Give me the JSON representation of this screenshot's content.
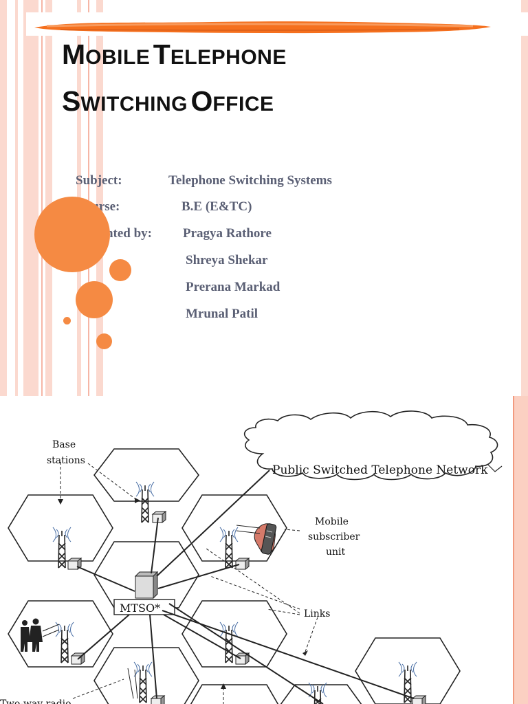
{
  "slide1": {
    "title_line1_first_cap": "M",
    "title_line1_first_rest": "OBILE",
    "title_line1_second_cap": "T",
    "title_line1_second_rest": "ELEPHONE",
    "title_line2_first_cap": "S",
    "title_line2_first_rest": "WITCHING",
    "title_line2_second_cap": "O",
    "title_line2_second_rest": "FFICE",
    "subject_label": "Subject:",
    "subject_value": "Telephone Switching Systems",
    "course_label": "Course:",
    "course_value": "B.E (E&TC)",
    "presented_label": "Presented by:",
    "presenters": [
      "Pragya Rathore",
      "Shreya Shekar",
      "Prerana Markad",
      "Mrunal  Patil"
    ],
    "colors": {
      "accent": "#f58a43",
      "stripe": "#fbd9cf",
      "text": "#5a5f74"
    }
  },
  "slide2": {
    "base_stations_line1": "Base",
    "base_stations_line2": "stations",
    "pstn_label": "Public Switched Telephone Network",
    "mobile_line1": "Mobile",
    "mobile_line2": "subscriber",
    "mobile_line3": "unit",
    "mtso_label": "MTSO*",
    "links_label": "Links",
    "two_way_label": "Two-way radio"
  }
}
